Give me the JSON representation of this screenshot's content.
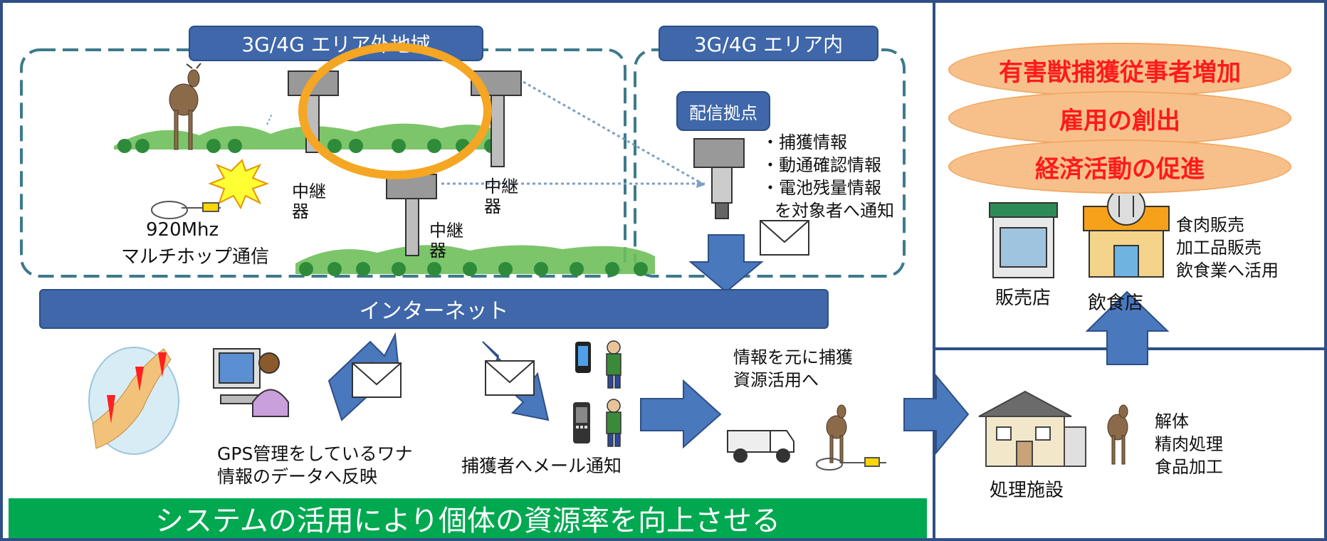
{
  "labels": {
    "area_outside": "3G/4G エリア外地域",
    "area_inside": "3G/4G エリア内",
    "distribution_base": "配信拠点",
    "internet": "インターネット",
    "relay": "中継\n器",
    "radio_freq": "920Mhz",
    "multihop": "マルチホップ通信",
    "info_capture": "・捕獲情報",
    "info_motion": "・動通確認情報",
    "info_battery": "・電池残量情報",
    "info_notify": "を対象者へ通知",
    "gps_line1": "GPS管理をしているワナ",
    "gps_line2": "情報のデータへ反映",
    "mail_notify": "捕獲者へメール通知",
    "resource_line1": "情報を元に捕獲",
    "resource_line2": "資源活用へ",
    "facility": "処理施設",
    "proc_line1": "解体",
    "proc_line2": "精肉処理",
    "proc_line3": "食品加工",
    "shop": "販売店",
    "restaurant": "飲食店",
    "use_line1": "食肉販売",
    "use_line2": "加工品販売",
    "use_line3": "飲食業へ活用"
  },
  "goals": [
    "有害獣捕獲従事者増加",
    "雇用の創出",
    "経済活動の促進"
  ],
  "banner": "システムの活用により個体の資源率を向上させる",
  "colors": {
    "frame": "#2f4f86",
    "label_blue": "#3f67a9",
    "arrow_blue": "#4a78bd",
    "orange_ring": "#f5a623",
    "goal_fill": "#f7c08b",
    "goal_text": "#ff1a1a",
    "banner_green": "#00a850",
    "dashed": "#3d7a8a"
  },
  "icons": [
    "deer-icon",
    "trap-icon",
    "relay-tower-icon",
    "forest-icon",
    "mail-icon",
    "computer-user-icon",
    "map-icon",
    "phone-icon",
    "person-icon",
    "truck-icon",
    "house-icon",
    "shop-icon",
    "restaurant-icon",
    "explosion-icon"
  ]
}
